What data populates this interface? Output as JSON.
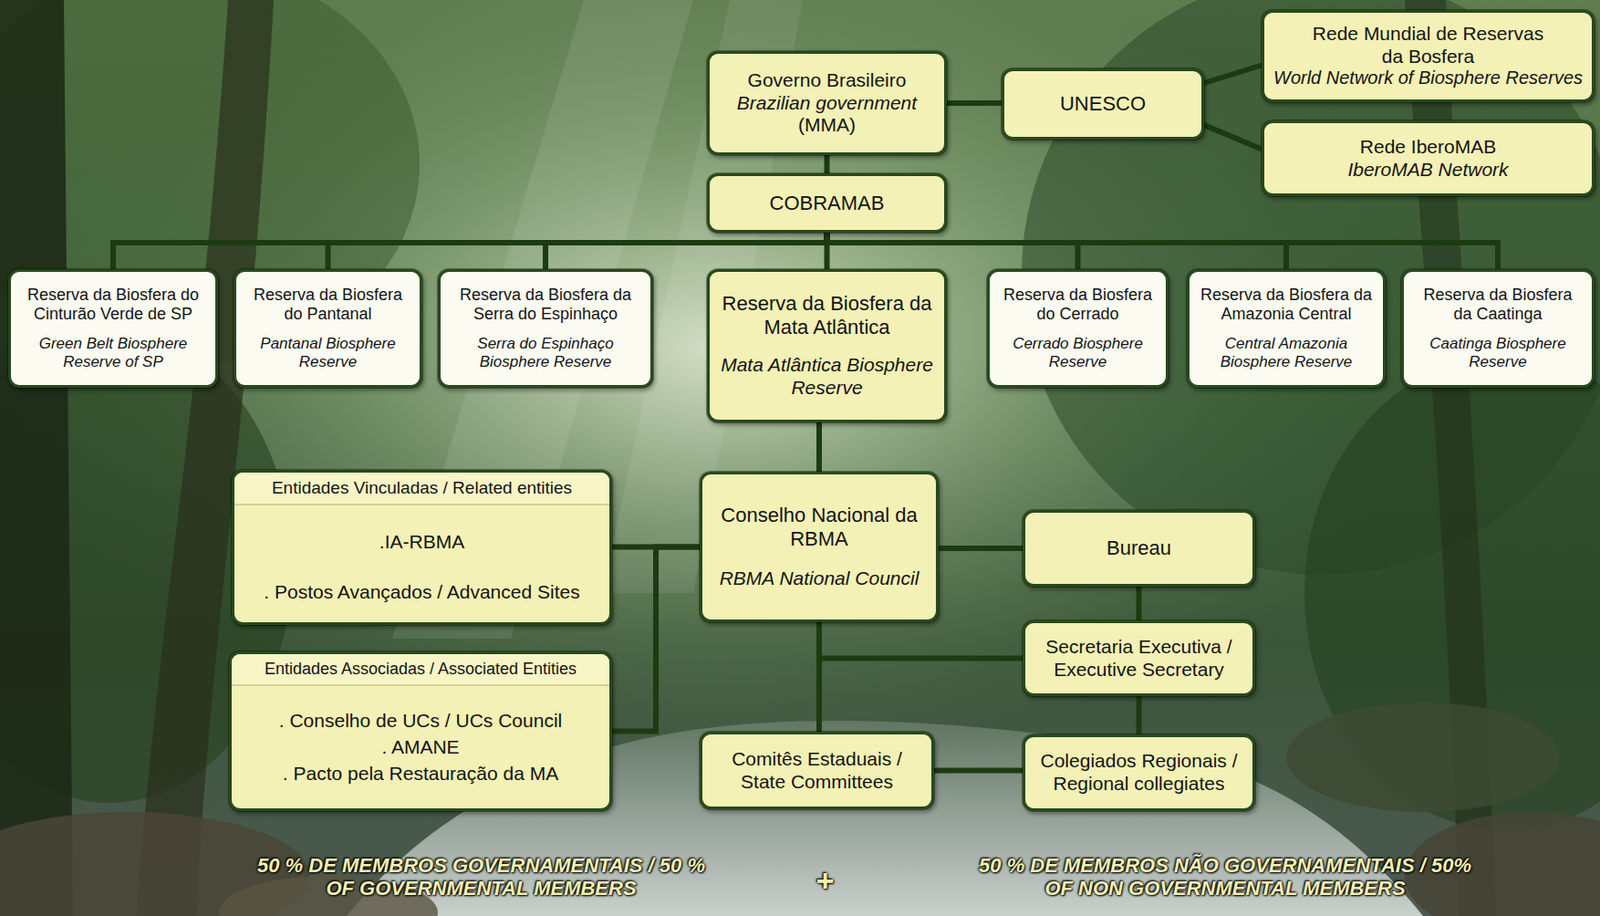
{
  "diagram": {
    "nodes": [
      {
        "text": [
          "Governo Brasileiro",
          "Brazilian government",
          "(MMA)"
        ]
      },
      {
        "text": [
          "UNESCO"
        ]
      },
      {
        "text": [
          "Rede Mundial de Reservas da Bosfera",
          "World Network of Biosphere Reserves"
        ]
      },
      {
        "text": [
          "Rede IberoMAB",
          "IberoMAB Network"
        ]
      },
      {
        "text": [
          "COBRAMAB"
        ]
      },
      {
        "text": [
          "Reserva da Biosfera do Cinturão Verde de SP",
          "Green Belt Biosphere Reserve of SP"
        ]
      },
      {
        "text": [
          "Reserva da Biosfera do Pantanal",
          "Pantanal Biosphere Reserve"
        ]
      },
      {
        "text": [
          "Reserva da Biosfera da Serra do Espinhaço",
          "Serra do Espinhaço Biosphere Reserve"
        ]
      },
      {
        "text": [
          "Reserva da Biosfera da Mata Atlântica",
          "Mata Atlântica Biosphere Reserve"
        ]
      },
      {
        "text": [
          "Reserva da Biosfera do Cerrado",
          "Cerrado Biosphere Reserve"
        ]
      },
      {
        "text": [
          "Reserva da Biosfera da Amazonia Central",
          "Central Amazonia Biosphere Reserve"
        ]
      },
      {
        "text": [
          "Reserva da Biosfera da Caatinga",
          "Caatinga Biosphere Reserve"
        ]
      },
      {
        "text": [
          "Entidades Vinculadas / Related entities",
          ".IA-RBMA",
          ". Postos Avançados / Advanced Sites"
        ]
      },
      {
        "text": [
          "Conselho Nacional da RBMA",
          "RBMA National Council"
        ]
      },
      {
        "text": [
          "Bureau"
        ]
      },
      {
        "text": [
          "Entidades Associadas / Associated Entities",
          ". Conselho de UCs / UCs Council",
          ". AMANE",
          ". Pacto pela Restauração da MA"
        ]
      },
      {
        "text": [
          "Secretaria Executiva / Executive Secretary"
        ]
      },
      {
        "text": [
          "Comitês Estaduais / State Committees"
        ]
      },
      {
        "text": [
          "Colegiados Regionais / Regional collegiates"
        ]
      }
    ],
    "edges": [
      {
        "from": 0,
        "to": 1,
        "arrow": "none"
      },
      {
        "from": 1,
        "to": 2,
        "arrow": "none"
      },
      {
        "from": 1,
        "to": 3,
        "arrow": "none"
      },
      {
        "from": 0,
        "to": 4,
        "arrow": "none"
      },
      {
        "from": 4,
        "to": 5,
        "arrow": "none"
      },
      {
        "from": 4,
        "to": 6,
        "arrow": "none"
      },
      {
        "from": 4,
        "to": 7,
        "arrow": "none"
      },
      {
        "from": 4,
        "to": 8,
        "arrow": "none"
      },
      {
        "from": 4,
        "to": 9,
        "arrow": "none"
      },
      {
        "from": 4,
        "to": 10,
        "arrow": "none"
      },
      {
        "from": 4,
        "to": 11,
        "arrow": "none"
      },
      {
        "from": 8,
        "to": 13,
        "arrow": "none"
      },
      {
        "from": 13,
        "to": 12,
        "arrow": "none"
      },
      {
        "from": 13,
        "to": 15,
        "arrow": "none"
      },
      {
        "from": 13,
        "to": 14,
        "arrow": "none"
      },
      {
        "from": 14,
        "to": 16,
        "arrow": "none"
      },
      {
        "from": 13,
        "to": 16,
        "arrow": "none"
      },
      {
        "from": 13,
        "to": 17,
        "arrow": "none"
      },
      {
        "from": 16,
        "to": 18,
        "arrow": "none"
      },
      {
        "from": 17,
        "to": 18,
        "arrow": "none"
      }
    ],
    "labels": [
      "50 % DE MEMBROS GOVERNAMENTAIS / 50 % OF GOVERNMENTAL MEMBERS",
      "+",
      "50 % DE MEMBROS NÃO GOVERNAMENTAIS / 50% OF NON GOVERNMENTAL MEMBERS"
    ]
  }
}
